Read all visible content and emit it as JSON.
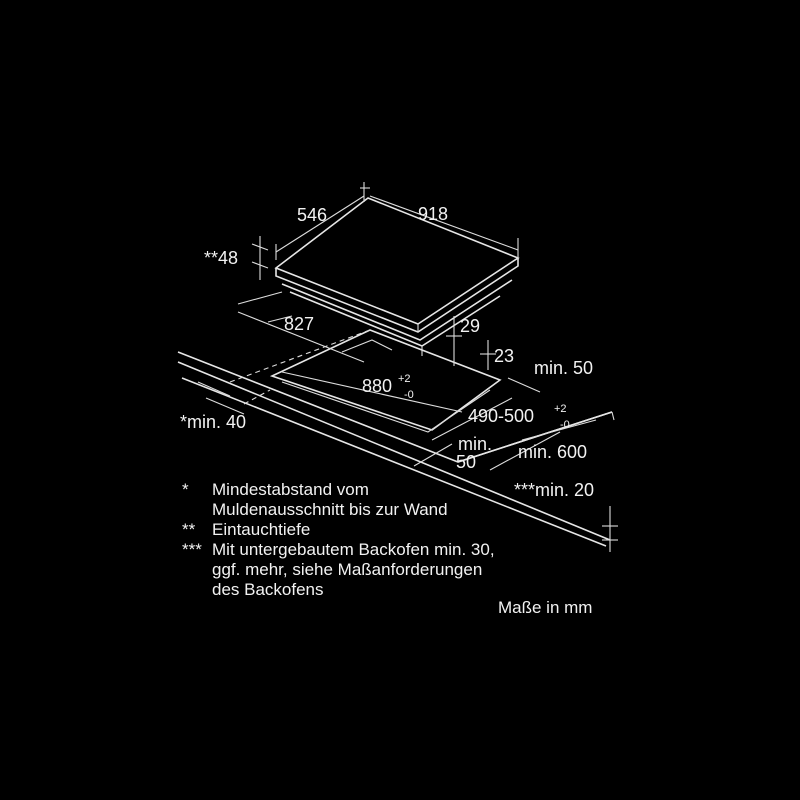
{
  "dimensions": {
    "depth": "546",
    "width": "918",
    "immersion_depth": "**48",
    "cutout_width": "827",
    "offset_29": "29",
    "offset_23": "23",
    "min_50_back": "min. 50",
    "cutout_length": "880",
    "cutout_length_tol_plus": "+2",
    "cutout_length_tol_minus": "-0",
    "cutout_depth": "490-500",
    "cutout_depth_tol_plus": "+2",
    "cutout_depth_tol_minus": "-0",
    "min_40_side": "*min. 40",
    "min_50_front_line1": "min.",
    "min_50_front_line2": "50",
    "min_600": "min. 600",
    "min_20": "***min. 20"
  },
  "legend": [
    {
      "symbol": "*",
      "lines": [
        "Mindestabstand vom",
        "Muldenausschnitt bis zur Wand"
      ]
    },
    {
      "symbol": "**",
      "lines": [
        "Eintauchtiefe"
      ]
    },
    {
      "symbol": "***",
      "lines": [
        "Mit untergebautem Backofen min. 30,",
        "ggf. mehr, siehe Maßanforderungen",
        "des Backofens"
      ]
    }
  ],
  "units_note": "Maße in mm"
}
